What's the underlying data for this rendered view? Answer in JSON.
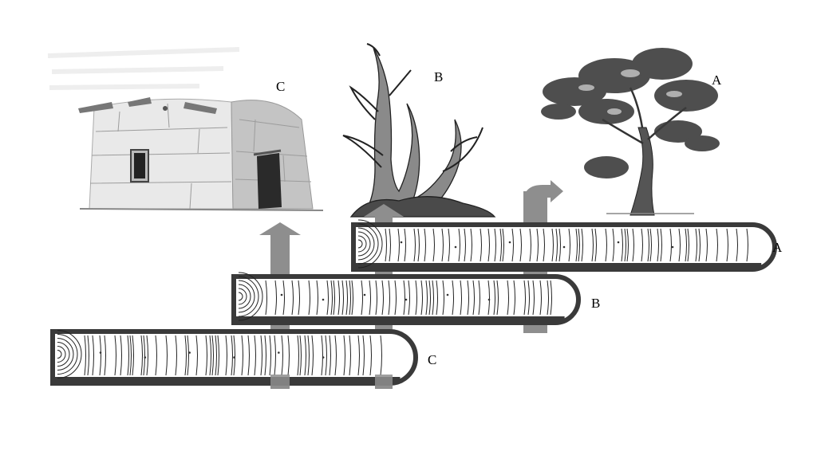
{
  "illustrations": {
    "building": {
      "label": "C",
      "icon": "adobe-building-icon"
    },
    "dead_tree": {
      "label": "B",
      "icon": "dead-tree-icon"
    },
    "live_tree": {
      "label": "A",
      "icon": "living-tree-icon"
    }
  },
  "cores": [
    {
      "id": "A",
      "label": "A"
    },
    {
      "id": "B",
      "label": "B"
    },
    {
      "id": "C",
      "label": "C"
    }
  ],
  "colors": {
    "core_border": "#3a3a3a",
    "core_fill": "#ffffff",
    "ring_line": "#222222",
    "arrow": "#8e8e8e"
  }
}
